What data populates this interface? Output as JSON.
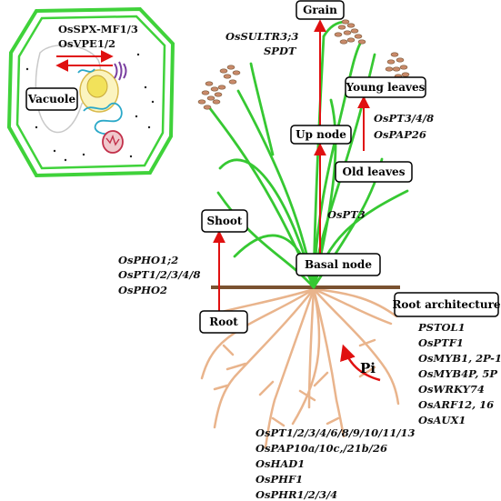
{
  "cell": {
    "genes": [
      "OsSPX-MF1/3",
      "OsVPE1/2"
    ],
    "vacuole_label": "Vacuole"
  },
  "labels": {
    "grain": "Grain",
    "young_leaves": "Young leaves",
    "up_node": "Up node",
    "old_leaves": "Old leaves",
    "shoot": "Shoot",
    "basal_node": "Basal node",
    "root": "Root",
    "root_architecture": "Root architecture",
    "pi": "Pi"
  },
  "genes": {
    "grain_transport": [
      "OsSULTR3;3",
      "SPDT"
    ],
    "young_leaves_transport": [
      "OsPT3/4/8",
      "OsPAP26"
    ],
    "old_leaves_transport": "OsPT3",
    "root_to_shoot": [
      "OsPHO1;2",
      "OsPT1/2/3/4/8",
      "OsPHO2"
    ],
    "root_architecture": [
      "PSTOL1",
      "OsPTF1",
      "OsMYB1, 2P-1",
      "OsMYB4P, 5P",
      "OsWRKY74",
      "OsARF12, 16",
      "OsAUX1"
    ],
    "uptake": [
      "OsPT1/2/3/4/6/8/9/10/11/13",
      "OsPAP10a/10c,/21b/26",
      "OsHAD1",
      "OsPHF1",
      "OsPHR1/2/3/4"
    ]
  },
  "colors": {
    "cell_wall": "#3fd23a",
    "stem": "#36c832",
    "root": "#e9b48c",
    "soil": "#7a5230",
    "arrow": "#e01010",
    "grain": "#c98a6a",
    "mito": "#c2304a",
    "golgi": "#7a3fa0",
    "er": "#2aa8c8",
    "nucleus": "#f2e25a"
  },
  "icons": [
    "plant-cell-illustration",
    "rice-plant-illustration",
    "grain-panicle-icon",
    "root-system-illustration"
  ]
}
